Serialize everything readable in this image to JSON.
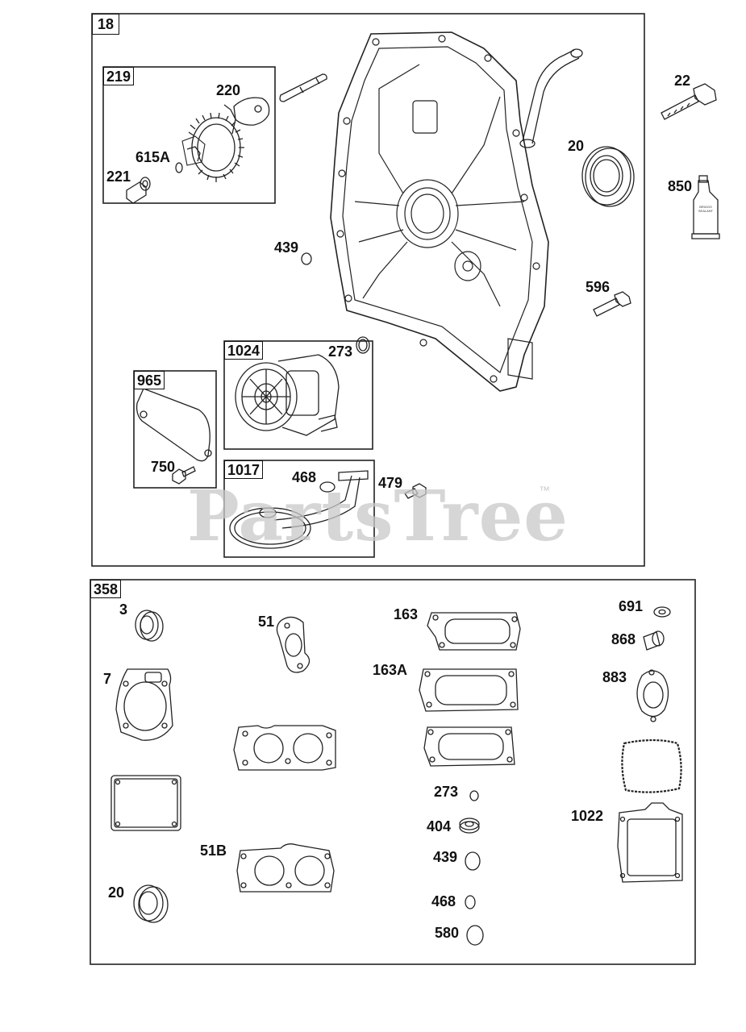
{
  "watermark": {
    "text": "PartsTree",
    "trademark": "™"
  },
  "sealant_tube_text": "BRIGGS SEALANT",
  "groups": {
    "g18": "18",
    "g219": "219",
    "g1024": "1024",
    "g965": "965",
    "g1017": "1017",
    "g358": "358"
  },
  "parts": {
    "p220": "220",
    "p615a": "615A",
    "p221": "221",
    "p439_top": "439",
    "p273_top": "273",
    "p750": "750",
    "p468_top": "468",
    "p479": "479",
    "p22": "22",
    "p20_top": "20",
    "p850": "850",
    "p596": "596",
    "p3": "3",
    "p7": "7",
    "p51": "51",
    "p51b": "51B",
    "p20_bottom": "20",
    "p163": "163",
    "p163a": "163A",
    "p273_bottom": "273",
    "p404": "404",
    "p439_bottom": "439",
    "p468_bottom": "468",
    "p580": "580",
    "p691": "691",
    "p868": "868",
    "p883": "883",
    "p1022": "1022"
  }
}
